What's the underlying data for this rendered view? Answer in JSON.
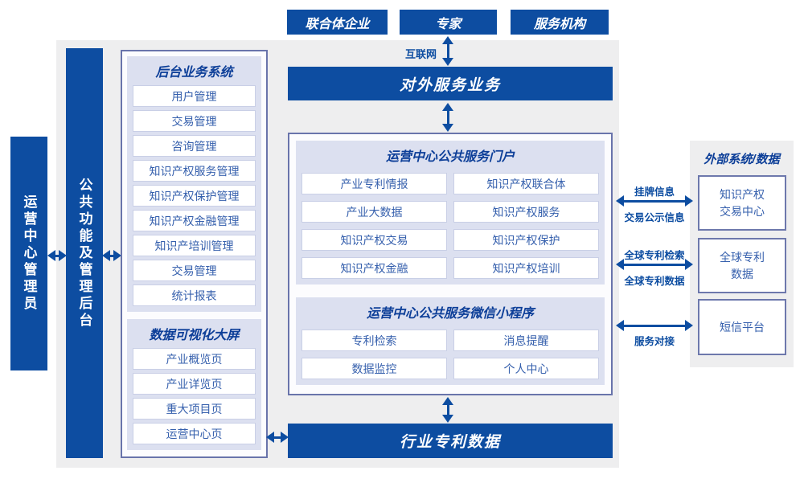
{
  "colors": {
    "primary_blue": "#0d4da1",
    "panel_lavender": "#dce0f0",
    "panel_border": "#6974ab",
    "item_text_blue": "#3660ad",
    "title_text_blue": "#0c3e98",
    "background_gray": "#eeeeef"
  },
  "actors": {
    "box1": "联合体企业",
    "box2": "专家",
    "box3": "服务机构"
  },
  "internet_label": "互联网",
  "external_service_bar": "对外服务业务",
  "admin_bar": "运营中心管理员",
  "common_functions_bar": "公共功能及管理后台",
  "backend_panel": {
    "title": "后台业务系统",
    "items": [
      "用户管理",
      "交易管理",
      "咨询管理",
      "知识产权服务管理",
      "知识产权保护管理",
      "知识产权金融管理",
      "知识产培训管理",
      "交易管理",
      "统计报表"
    ]
  },
  "dashboard_panel": {
    "title": "数据可视化大屏",
    "items": [
      "产业概览页",
      "产业详览页",
      "重大项目页",
      "运营中心页"
    ]
  },
  "portal_panel": {
    "title": "运营中心公共服务门户",
    "items": [
      "产业专利情报",
      "知识产权联合体",
      "产业大数据",
      "知识产权服务",
      "知识产权交易",
      "知识产权保护",
      "知识产权金融",
      "知识产权培训"
    ]
  },
  "miniprogram_panel": {
    "title": "运营中心公共服务微信小程序",
    "items": [
      "专利检索",
      "消息提醒",
      "数据监控",
      "个人中心"
    ]
  },
  "industry_patent_bar": "行业专利数据",
  "external_panel": {
    "title": "外部系统/数据",
    "boxes": [
      "知识产权\n交易中心",
      "全球专利\n数据",
      "短信平台"
    ]
  },
  "link_labels": {
    "listing_info": "挂牌信息",
    "transaction_publicity": "交易公示信息",
    "global_patent_search": "全球专利检索",
    "global_patent_data": "全球专利数据",
    "service_connection": "服务对接"
  }
}
